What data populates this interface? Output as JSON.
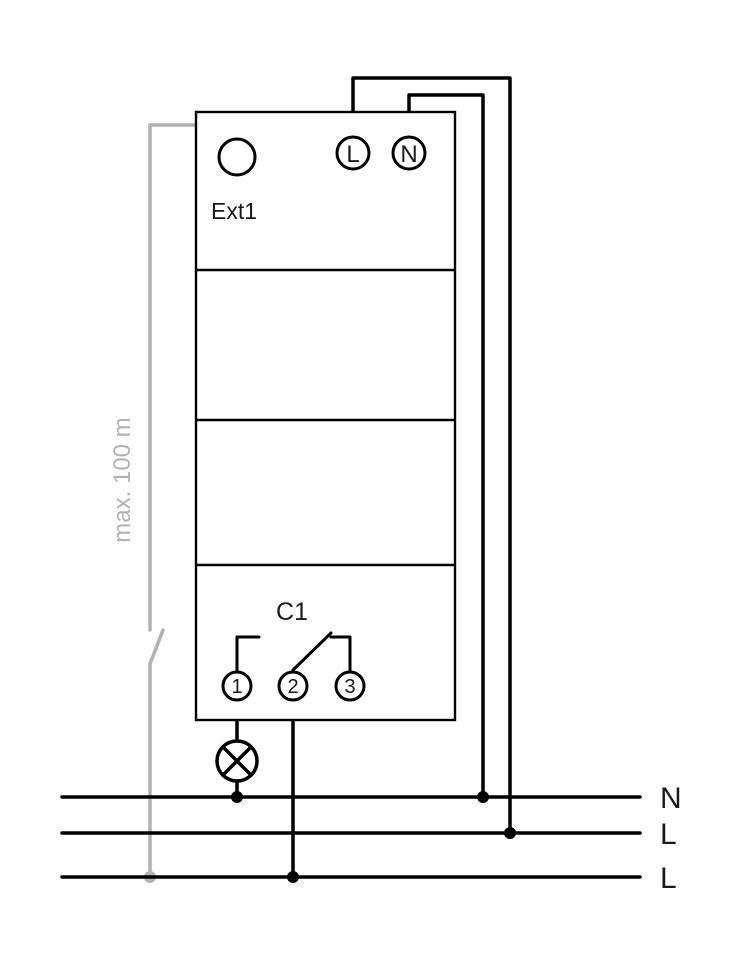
{
  "colors": {
    "wire": "#000000",
    "remote_wire": "#b2b2b2",
    "background": "#ffffff"
  },
  "device": {
    "ext_terminal": "Ext1",
    "live_terminal": "L",
    "neutral_terminal": "N",
    "channel": "C1",
    "contact_terminals": [
      "1",
      "2",
      "3"
    ]
  },
  "mains": {
    "bus_labels": [
      "N",
      "L",
      "L"
    ]
  },
  "annotations": {
    "max_wire_length": "max. 100 m"
  }
}
